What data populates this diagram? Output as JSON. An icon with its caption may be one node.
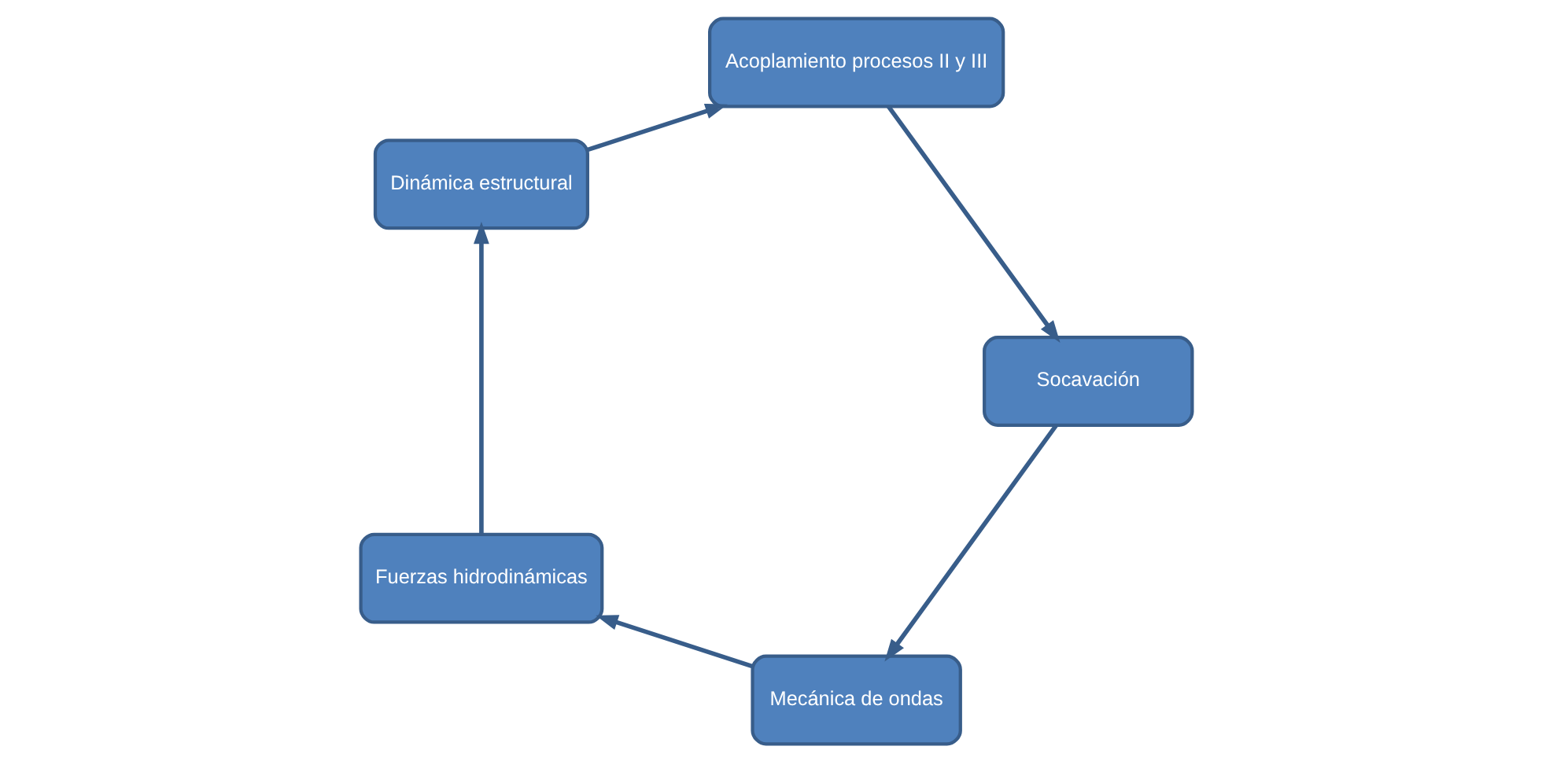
{
  "diagram": {
    "nodes": [
      {
        "text": [
          "Mecánica de ondas"
        ]
      },
      {
        "text": [
          "Fuerzas hidrodinámicas"
        ]
      },
      {
        "text": [
          "Dinámica estructural"
        ]
      },
      {
        "text": [
          "Acoplamiento procesos II y III"
        ]
      },
      {
        "text": [
          "Socavación"
        ]
      }
    ],
    "edges": [
      {
        "from": 0,
        "to": 1,
        "arrow": "to"
      },
      {
        "from": 1,
        "to": 2,
        "arrow": "to"
      },
      {
        "from": 2,
        "to": 3,
        "arrow": "to"
      },
      {
        "from": 3,
        "to": 4,
        "arrow": "to"
      },
      {
        "from": 4,
        "to": 0,
        "arrow": "to"
      }
    ]
  }
}
